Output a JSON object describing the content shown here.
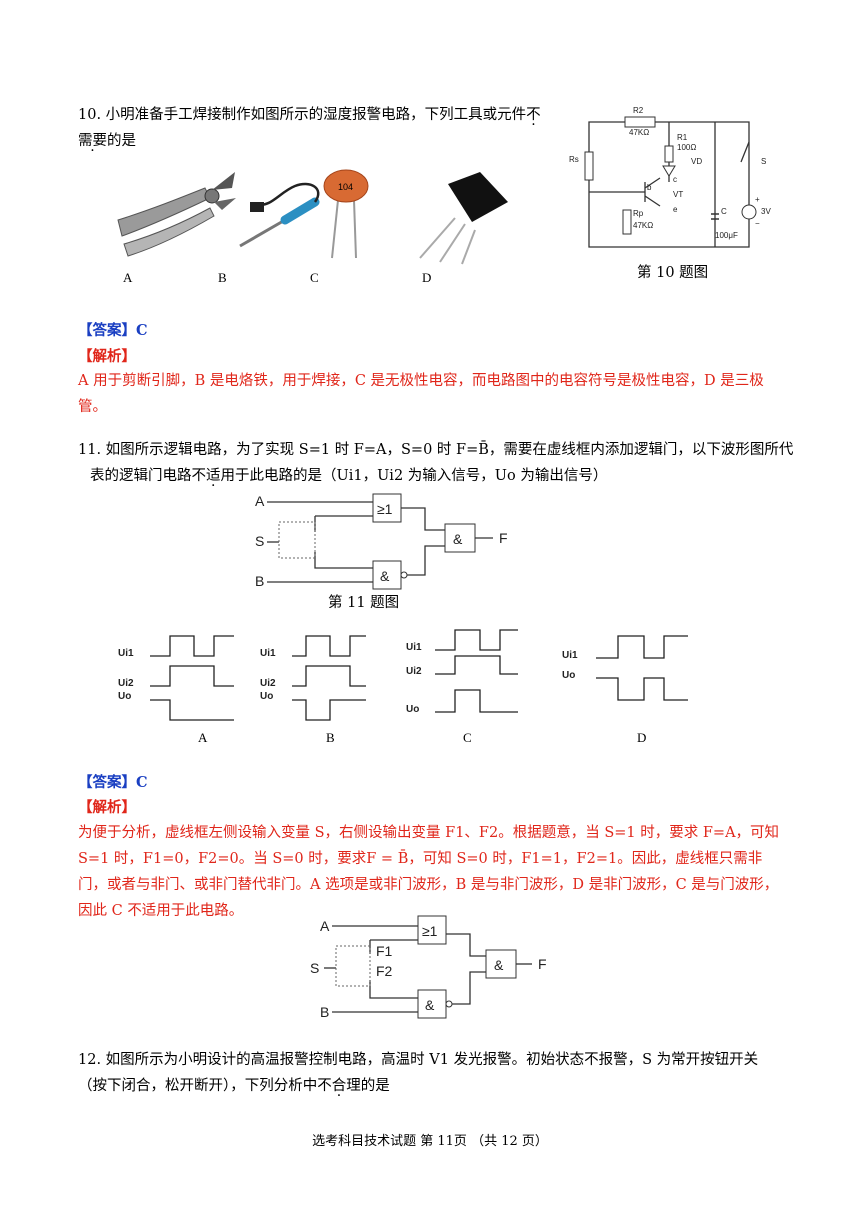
{
  "q10": {
    "stem_a": "10. 小明准备手工焊接制作如图所示的湿度报警电路，下列工具或元件",
    "stem_emph1": "不",
    "stem_emph2": "需要",
    "stem_b": "的是",
    "options": [
      "A",
      "B",
      "C",
      "D"
    ],
    "cap_code": "104",
    "circuit_labels": {
      "r2": "R2",
      "r2v": "47KΩ",
      "r1": "R1",
      "r1v": "100Ω",
      "vd": "VD",
      "rs": "Rs",
      "rp": "Rp",
      "rpv": "47KΩ",
      "b": "b",
      "c": "c",
      "e": "e",
      "vt": "VT",
      "cap": "C",
      "capv": "100μF",
      "s": "S",
      "v": "3V",
      "plus": "+",
      "minus": "−"
    },
    "figure_caption": "第 10 题图",
    "answer_label": "【答案】",
    "answer": "C",
    "analysis_label": "【解析】",
    "analysis": "A 用于剪断引脚，B 是电烙铁，用于焊接，C 是无极性电容，而电路图中的电容符号是极性电容，D 是三极管。"
  },
  "q11": {
    "stem_l1": "11. 如图所示逻辑电路，为了实现 S=1 时 F=A，S=0 时 F=B̄，需要在虚线框内添加逻辑门，以下波形图所代",
    "stem_l2a": "表的逻辑门电路",
    "stem_emph": "不适用",
    "stem_l2b": "于此电路的是（Ui1，Ui2 为输入信号，Uo 为输出信号）",
    "circuit": {
      "a": "A",
      "s": "S",
      "b": "B",
      "f": "F",
      "or": "≥1",
      "and": "&"
    },
    "figure_caption": "第 11 题图",
    "wave_labels": {
      "ui1": "Ui1",
      "ui2": "Ui2",
      "uo": "Uo"
    },
    "options": [
      "A",
      "B",
      "C",
      "D"
    ],
    "answer_label": "【答案】",
    "answer": "C",
    "analysis_label": "【解析】",
    "analysis": "为便于分析，虚线框左侧设输入变量 S，右侧设输出变量 F1、F2。根据题意，当 S=1 时，要求 F=A，可知 S=1 时，F1=0，F2=0。当 S=0 时，要求F = B̄，可知 S=0 时，F1=1，F2=1。因此，虚线框只需非门，或者与非门、或非门替代非门。A 选项是或非门波形，B 是与非门波形，D 是非门波形，C 是与门波形，因此 C 不适用于此电路。",
    "circuit2": {
      "a": "A",
      "s": "S",
      "b": "B",
      "f": "F",
      "f1": "F1",
      "f2": "F2",
      "or": "≥1",
      "and": "&"
    }
  },
  "q12": {
    "stem_l1": "12. 如图所示为小明设计的高温报警控制电路，高温时 V1 发光报警。初始状态不报警，S 为常开按钮开关",
    "stem_l2a": "（按下闭合，松开断开），下列分析中",
    "stem_emph": "不合理",
    "stem_l2b": "的是"
  },
  "footer": "选考科目技术试题 第 11页 （共 12 页）"
}
